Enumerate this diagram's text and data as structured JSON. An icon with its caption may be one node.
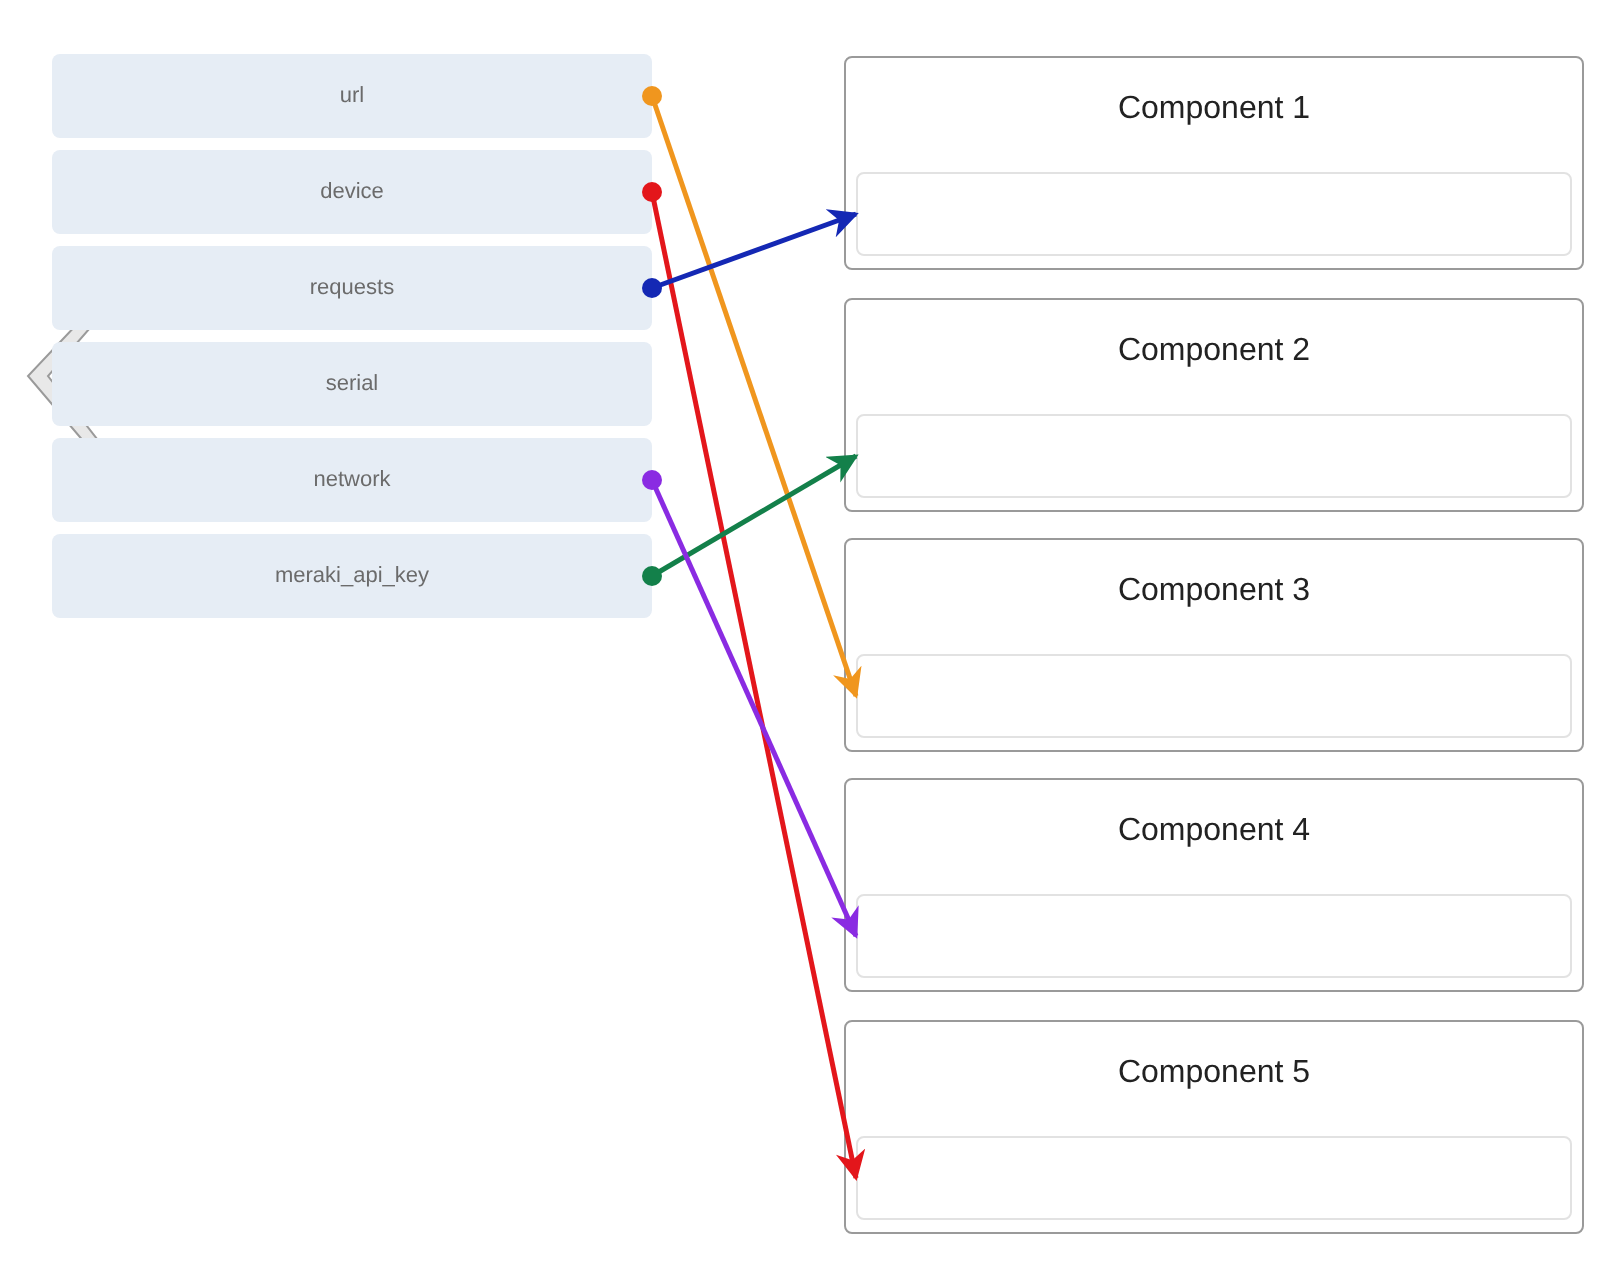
{
  "diagram": {
    "nodes": [
      {
        "text": [
          "url"
        ]
      },
      {
        "text": [
          "device"
        ]
      },
      {
        "text": [
          "requests"
        ]
      },
      {
        "text": [
          "serial"
        ]
      },
      {
        "text": [
          "network"
        ]
      },
      {
        "text": [
          "meraki_api_key"
        ]
      },
      {
        "text": [
          "Component 1"
        ]
      },
      {
        "text": [],
        "shape": "box",
        "in": 6
      },
      {
        "text": [
          "Component 2"
        ]
      },
      {
        "text": [],
        "shape": "box",
        "in": 8
      },
      {
        "text": [
          "Component 3"
        ]
      },
      {
        "text": [],
        "shape": "box",
        "in": 10
      },
      {
        "text": [
          "Component 4"
        ]
      },
      {
        "text": [],
        "shape": "box",
        "in": 12
      },
      {
        "text": [
          "Component 5"
        ]
      },
      {
        "text": [],
        "shape": "box",
        "in": 14
      }
    ],
    "edges": [
      {
        "from": 0,
        "to": 11,
        "arrow": "to",
        "color": "#f0961e"
      },
      {
        "from": 1,
        "to": 15,
        "arrow": "to",
        "color": "#e3161b"
      },
      {
        "from": 2,
        "to": 7,
        "arrow": "to",
        "color": "#1428b4"
      },
      {
        "from": 5,
        "to": 9,
        "arrow": "to",
        "color": "#13804a"
      },
      {
        "from": 4,
        "to": 13,
        "arrow": "to",
        "color": "#8a2be2"
      }
    ]
  }
}
